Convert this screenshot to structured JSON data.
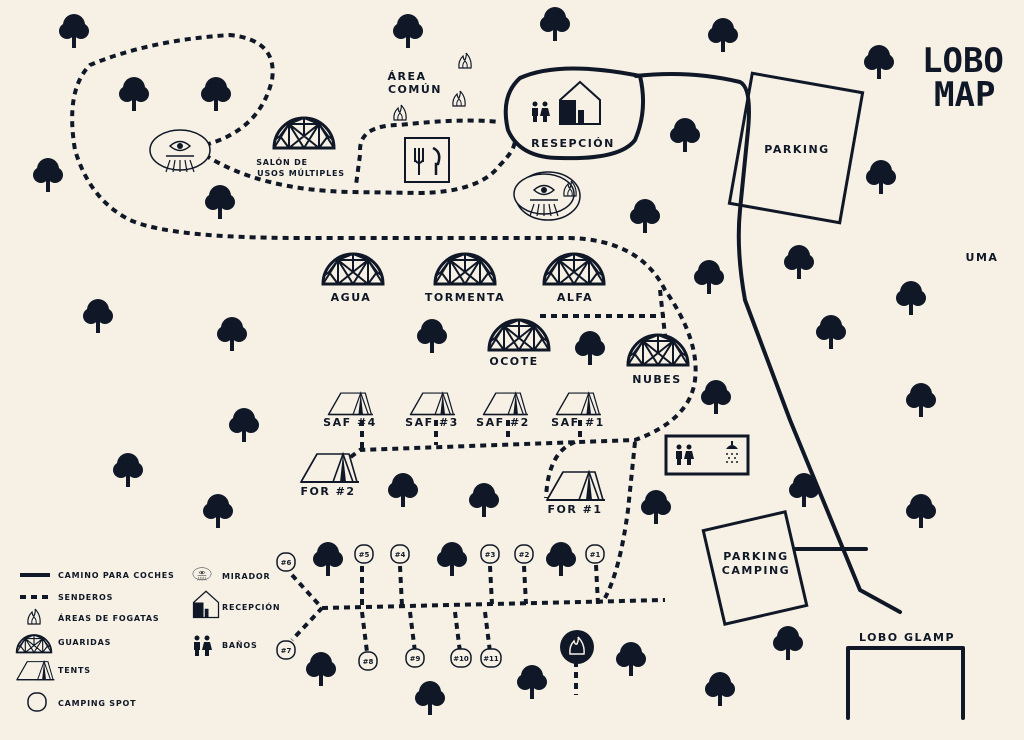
{
  "title": {
    "line1": "LOBO",
    "line2": "MAP"
  },
  "areas": {
    "area_comun_1": "ÁREA",
    "area_comun_2": "COMÚN",
    "salon_1": "SALÓN DE",
    "salon_2": "USOS MÚLTIPLES",
    "recepcion": "RESEPCIÓN",
    "parking": "PARKING",
    "parking_camping_1": "PARKING",
    "parking_camping_2": "CAMPING",
    "uma": "UMA",
    "lobo_glamp": "LOBO GLAMP"
  },
  "domes": {
    "agua": "AGUA",
    "tormenta": "TORMENTA",
    "alfa": "ALFA",
    "ocote": "OCOTE",
    "nubes": "NUBES"
  },
  "tents": {
    "saf4": "SAF #4",
    "saf3": "SAF #3",
    "saf2": "SAF #2",
    "saf1": "SAF #1",
    "for2": "FOR #2",
    "for1": "FOR #1"
  },
  "spots": {
    "s6": "#6",
    "s5": "#5",
    "s4": "#4",
    "s3": "#3",
    "s2": "#2",
    "s1": "#1",
    "s7": "#7",
    "s8": "#8",
    "s9": "#9",
    "s10": "#10",
    "s11": "#11"
  },
  "legend": {
    "road": "CAMINO PARA COCHES",
    "trails": "SENDEROS",
    "fire": "ÁREAS DE FOGATAS",
    "dens": "GUARIDAS",
    "tents": "TENTS",
    "spot": "CAMPING SPOT",
    "viewpoint": "MIRADOR",
    "reception": "RECEPCIÓN",
    "bathrooms": "BAÑOS"
  },
  "colors": {
    "ink": "#101828",
    "paper": "#f6f1e4"
  },
  "icons": [
    "tree-icon",
    "dome-icon",
    "tent-icon",
    "viewpoint-icon",
    "house-icon",
    "restroom-icon",
    "fire-icon",
    "restaurant-icon",
    "shower-icon"
  ]
}
